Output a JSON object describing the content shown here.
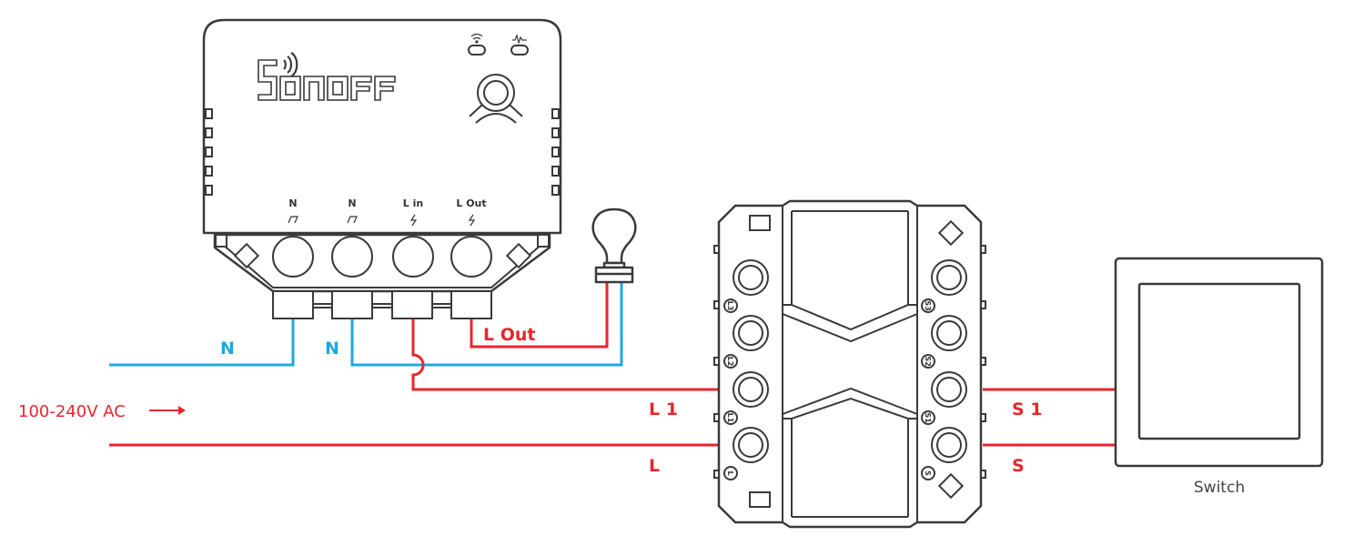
{
  "colors": {
    "live": "#e8262d",
    "neutral": "#1fa8df",
    "outline": "#3a3a3a"
  },
  "sonoff": {
    "brand": "SONOFF",
    "indicators": [
      "wifi-icon",
      "pulse-icon"
    ],
    "terminals": [
      {
        "label": "N",
        "symbol": "⊓"
      },
      {
        "label": "N",
        "symbol": "⊓"
      },
      {
        "label": "L in",
        "symbol": "ϟ"
      },
      {
        "label": "L Out",
        "symbol": "ϟ"
      }
    ]
  },
  "wires": {
    "n_left": "N",
    "n_mid": "N",
    "l_out": "L Out",
    "l1": "L 1",
    "l": "L",
    "s1": "S 1",
    "s": "S"
  },
  "supply": {
    "label": "100-240V AC",
    "arrow": "→"
  },
  "relay_module": {
    "left_labels": [
      "L3",
      "L2",
      "L1",
      "L"
    ],
    "right_labels": [
      "S3",
      "S2",
      "S1",
      "S"
    ]
  },
  "switch": {
    "label": "Switch"
  }
}
